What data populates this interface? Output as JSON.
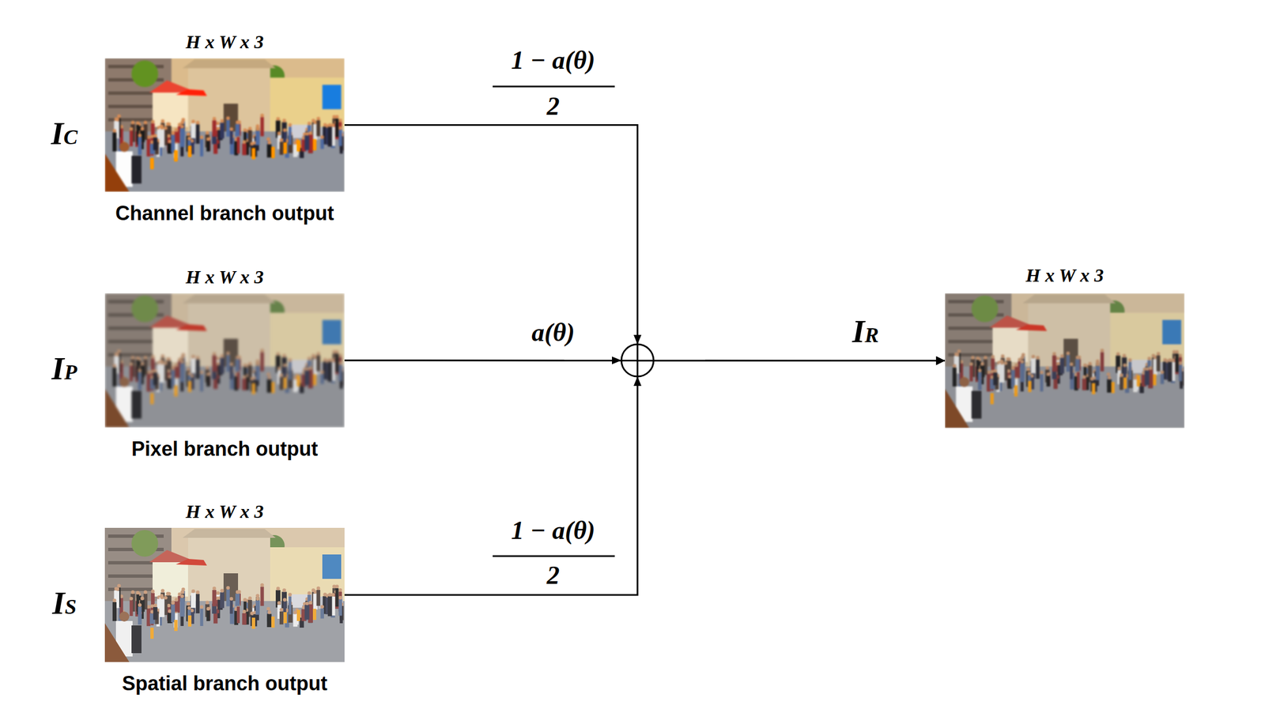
{
  "diagram": {
    "nodes": [
      {
        "text": [
          "IC",
          "H x W x 3",
          "Channel branch output"
        ]
      },
      {
        "text": [
          "IP",
          "H x W x 3",
          "Pixel branch output"
        ]
      },
      {
        "text": [
          "IS",
          "H x W x 3",
          "Spatial branch output"
        ]
      },
      {
        "text": [
          "H x W x 3"
        ]
      }
    ],
    "edges": [
      {
        "from": 0,
        "to": 3,
        "arrow": "to"
      },
      {
        "from": 1,
        "to": 3,
        "arrow": "to",
        "label": "a(θ)"
      },
      {
        "from": 2,
        "to": 3,
        "arrow": "to"
      }
    ],
    "labels": [
      "1 − a(θ)",
      "2",
      "1 − a(θ)",
      "2",
      "IR"
    ]
  }
}
